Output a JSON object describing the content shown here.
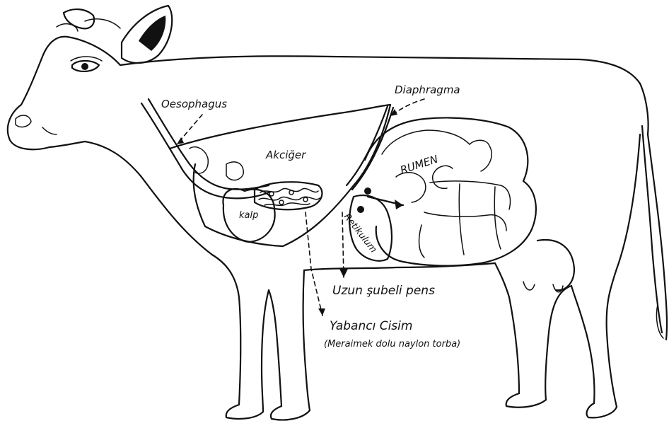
{
  "labels": {
    "oesophagus": "Oesophagus",
    "diaphragma": "Diaphragma",
    "akciger": "Akciğer",
    "rumen": "RUMEN",
    "kalp": "kalp",
    "retikulum": "Retikulum",
    "uzun_subeli_pens": "Uzun şubeli pens",
    "yabanci_cisim": "Yabancı Cisim",
    "yabanci_cisim_detail": "(Meraimek dolu naylon torba)"
  },
  "colors": {
    "ink": "#111111",
    "paper": "#ffffff"
  }
}
